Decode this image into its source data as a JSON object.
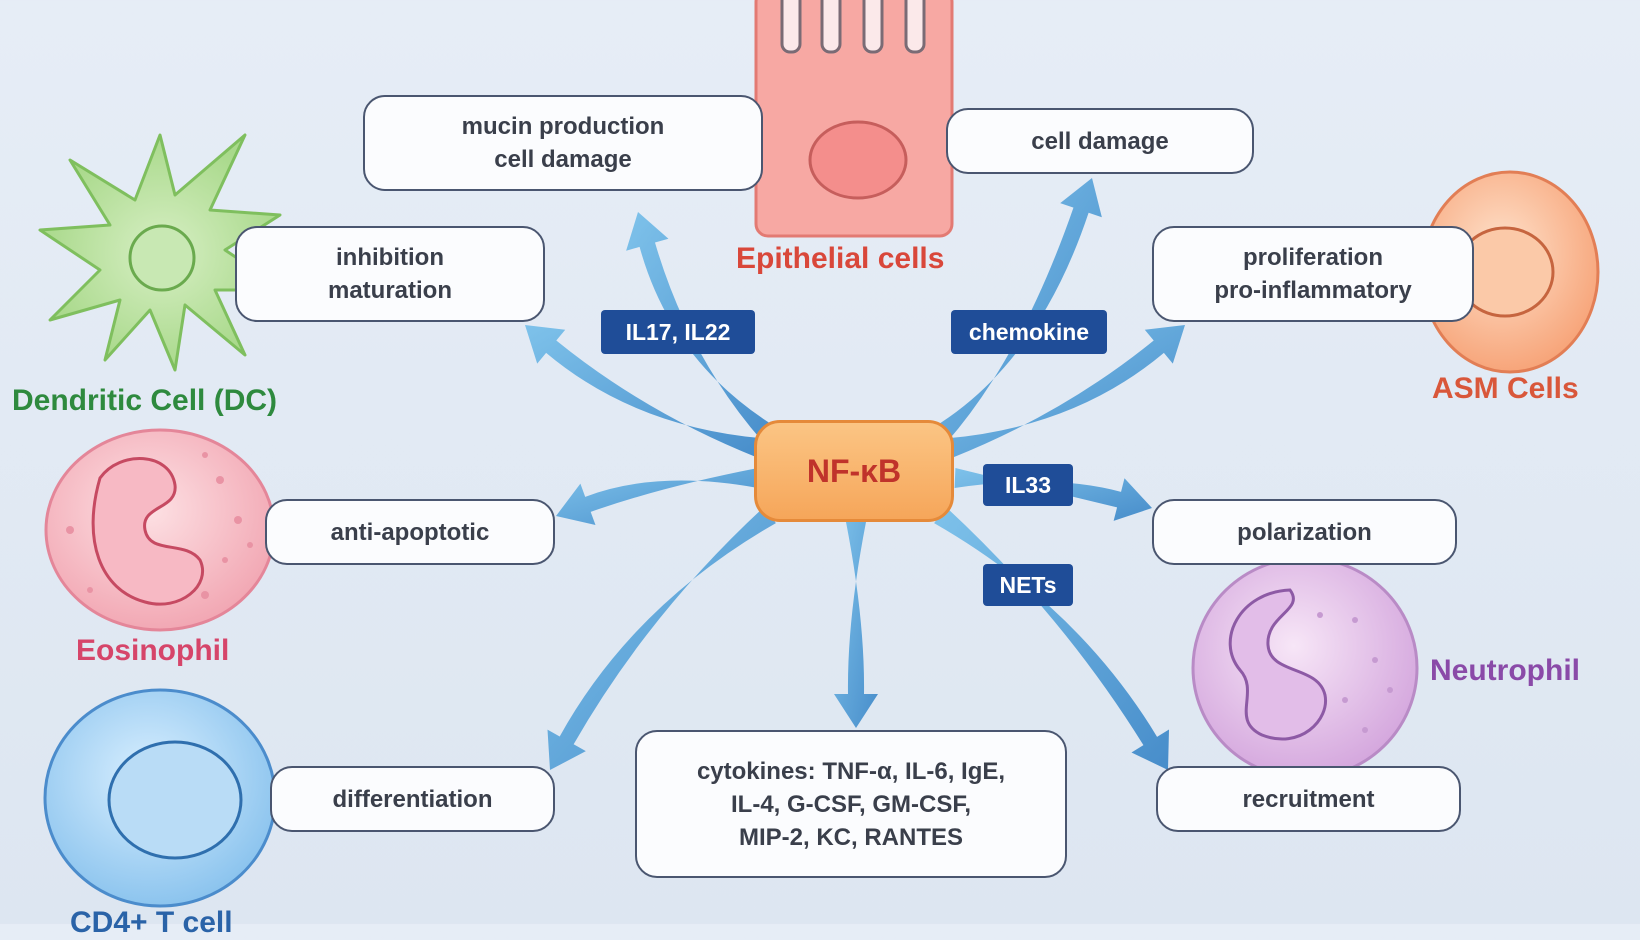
{
  "center": {
    "label": "NF-κB"
  },
  "cells": {
    "epithelial": "Epithelial cells",
    "dendritic": "Dendritic Cell (DC)",
    "asm": "ASM Cells",
    "eosinophil": "Eosinophil",
    "neutrophil": "Neutrophil",
    "cd4": "CD4+ T cell"
  },
  "boxes": {
    "mucin": {
      "line1": "mucin production",
      "line2": "cell damage"
    },
    "cell_damage": "cell damage",
    "dc": {
      "line1": "inhibition",
      "line2": "maturation"
    },
    "asm": {
      "line1": "proliferation",
      "line2": "pro-inflammatory"
    },
    "eosinophil": "anti-apoptotic",
    "neutrophil": "polarization",
    "cd4": "differentiation",
    "recruitment": "recruitment",
    "cytokines": {
      "line1": "cytokines: TNF-α, IL-6, IgE,",
      "line2": "IL-4, G-CSF, GM-CSF,",
      "line3": "MIP-2, KC, RANTES"
    }
  },
  "tags": {
    "il17": "IL17, IL22",
    "chemokine": "chemokine",
    "il33": "IL33",
    "nets": "NETs"
  },
  "colors": {
    "background": "#e2e9f3",
    "arrow": "#5aa8dc",
    "tag": "#1f4d98",
    "center_fill": "#f8b26e",
    "center_text": "#c0332b",
    "epithelial": "#d9473a",
    "dendritic": "#2e8a3e",
    "asm": "#d9573a",
    "eosinophil": "#d6456a",
    "neutrophil": "#8a4aa8",
    "cd4": "#2a63a8"
  }
}
